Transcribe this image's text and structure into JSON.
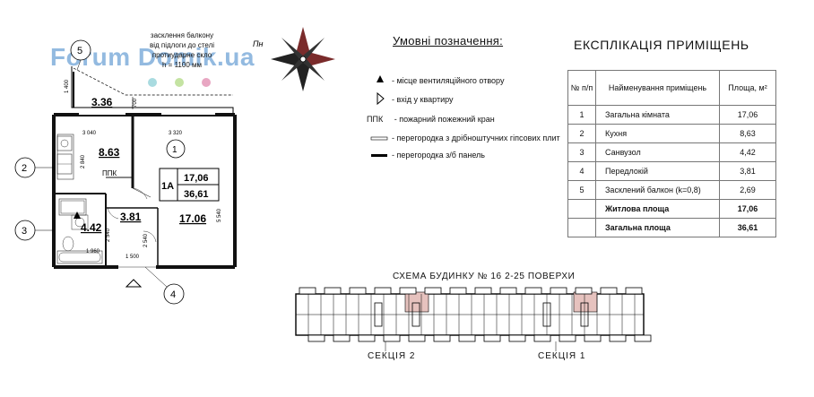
{
  "watermark": "Forum Domik.ua",
  "note_balcony": [
    "засклення балкону",
    "від підлоги до стелі",
    "протиударне скло",
    "h = 1100 мм"
  ],
  "north_label": "Пн",
  "plan": {
    "axis_labels": [
      "2",
      "3",
      "4",
      "5",
      "1"
    ],
    "rooms": {
      "balcony": "3.36",
      "kitchen": "8.63",
      "bath": "4.42",
      "hall": "3.81",
      "living": "17.06"
    },
    "ppk_label": "ППК",
    "apartment": {
      "type": "1А",
      "living_area": "17,06",
      "total_area": "36,61"
    },
    "dims": {
      "d3040": "3 040",
      "d3320": "3 320",
      "d2840": "2 840",
      "d2540a": "2 540",
      "d2540b": "2 540",
      "d1960": "1 960",
      "d1500": "1 500",
      "d5540": "5 540",
      "d1400": "1 400",
      "d700": "700"
    }
  },
  "legend": {
    "title": "Умовні позначення:",
    "items": [
      {
        "label": "- місце вентиляційного отвору"
      },
      {
        "label": "- вхід у квартиру"
      },
      {
        "prefix": "ППК",
        "label": "- пожарний пожежний кран"
      },
      {
        "label": "- перегородка з дрібноштучних гіпсових плит"
      },
      {
        "label": "- перегородка з/б панель"
      }
    ]
  },
  "explication": {
    "title": "ЕКСПЛІКАЦІЯ ПРИМІЩЕНЬ",
    "headers": {
      "num": "№ п/п",
      "name": "Найменування приміщень",
      "area": "Площа, м²"
    },
    "rows": [
      {
        "num": "1",
        "name": "Загальна кімната",
        "area": "17,06"
      },
      {
        "num": "2",
        "name": "Кухня",
        "area": "8,63"
      },
      {
        "num": "3",
        "name": "Санвузол",
        "area": "4,42"
      },
      {
        "num": "4",
        "name": "Передлокій",
        "area": "3,81"
      },
      {
        "num": "5",
        "name": "Засклений балкон (k=0,8)",
        "area": "2,69"
      }
    ],
    "totals": [
      {
        "name": "Житлова площа",
        "area": "17,06"
      },
      {
        "name": "Загальна площа",
        "area": "36,61"
      }
    ]
  },
  "scheme": {
    "title": "СХЕМА БУДИНКУ № 16  2-25 ПОВЕРХИ",
    "section2": "СЕКЦІЯ  2",
    "section1": "СЕКЦІЯ  1",
    "highlight_color": "#e6c2be"
  },
  "dot_colors": [
    "#a9dbe0",
    "#c4e3a2",
    "#e8a6c2"
  ]
}
